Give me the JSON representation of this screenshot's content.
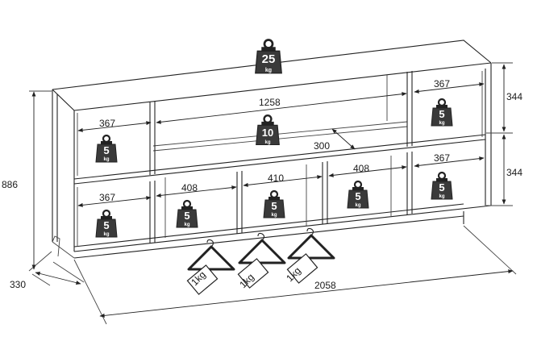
{
  "weights": {
    "top": {
      "value": "25",
      "unit": "kg"
    },
    "upper_right": {
      "value": "5",
      "unit": "kg"
    },
    "upper_left": {
      "value": "5",
      "unit": "kg"
    },
    "upper_middle": {
      "value": "10",
      "unit": "kg"
    },
    "lower_left": {
      "value": "5",
      "unit": "kg"
    },
    "lower_2": {
      "value": "5",
      "unit": "kg"
    },
    "lower_3": {
      "value": "5",
      "unit": "kg"
    },
    "lower_4": {
      "value": "5",
      "unit": "kg"
    },
    "lower_right": {
      "value": "5",
      "unit": "kg"
    }
  },
  "dimensions": {
    "upper_left_width": "367",
    "upper_middle_width": "1258",
    "upper_right_width": "367",
    "depth_inner": "300",
    "lower_left_width": "367",
    "lower_2_width": "408",
    "lower_3_width": "410",
    "lower_4_width": "408",
    "lower_right_width": "367",
    "height": "886",
    "depth": "330",
    "total_width": "2058",
    "upper_height": "344",
    "lower_height": "344"
  },
  "hangers": [
    {
      "label": "1kg"
    },
    {
      "label": "1kg"
    },
    {
      "label": "1kg"
    }
  ]
}
